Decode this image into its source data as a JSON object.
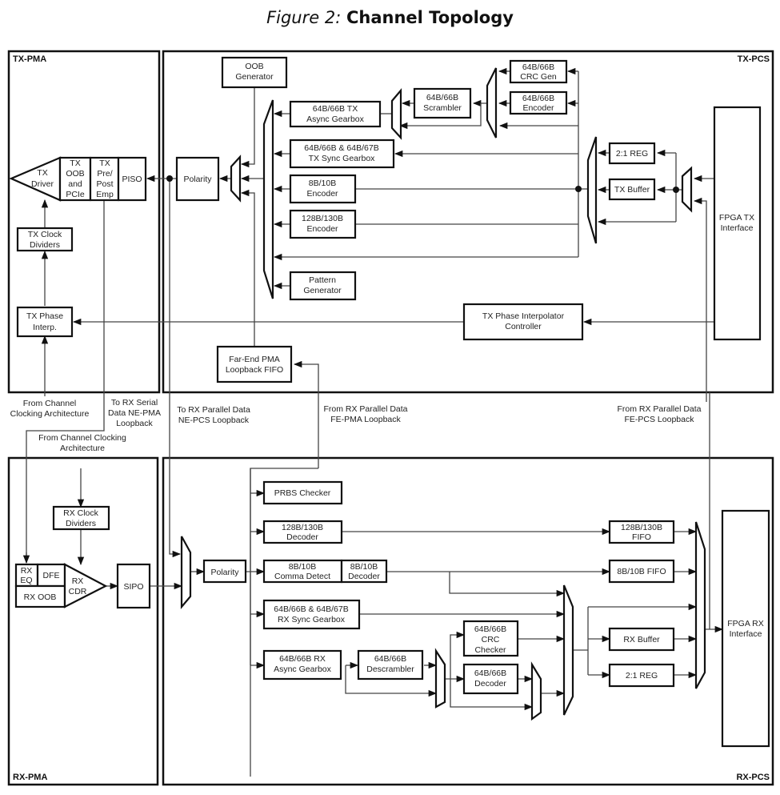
{
  "figure": {
    "number": "Figure 2:",
    "title": "Channel Topology"
  },
  "regions": {
    "tx_pma": "TX-PMA",
    "tx_pcs": "TX-PCS",
    "rx_pma": "RX-PMA",
    "rx_pcs": "RX-PCS"
  },
  "tx_pma": {
    "tx_driver": [
      "TX",
      "Driver"
    ],
    "tx_oob_pcie": [
      "TX",
      "OOB",
      "and",
      "PCIe"
    ],
    "tx_pre_post_emp": [
      "TX",
      "Pre/",
      "Post",
      "Emp"
    ],
    "piso": [
      "PISO"
    ],
    "tx_clock_dividers": [
      "TX Clock",
      "Dividers"
    ],
    "tx_phase_interp": [
      "TX Phase",
      "Interp."
    ]
  },
  "tx_pcs": {
    "polarity": [
      "Polarity"
    ],
    "oob_generator": [
      "OOB",
      "Generator"
    ],
    "tx_async_gearbox": [
      "64B/66B TX",
      "Async Gearbox"
    ],
    "tx_sync_gearbox": [
      "64B/66B & 64B/67B",
      "TX Sync Gearbox"
    ],
    "encoder_8b10b": [
      "8B/10B",
      "Encoder"
    ],
    "encoder_128b130b": [
      "128B/130B",
      "Encoder"
    ],
    "pattern_generator": [
      "Pattern",
      "Generator"
    ],
    "scrambler": [
      "64B/66B",
      "Scrambler"
    ],
    "crc_gen": [
      "64B/66B",
      "CRC Gen"
    ],
    "encoder_64b66b": [
      "64B/66B",
      "Encoder"
    ],
    "reg_2_1": [
      "2:1 REG"
    ],
    "tx_buffer": [
      "TX Buffer"
    ],
    "fpga_tx_interface": [
      "FPGA TX",
      "Interface"
    ],
    "tx_pi_controller": [
      "TX Phase Interpolator",
      "Controller"
    ],
    "fe_pma_fifo": [
      "Far-End PMA",
      "Loopback FIFO"
    ]
  },
  "annotations": {
    "from_channel_clocking_tx": [
      "From Channel",
      "Clocking Architecture"
    ],
    "to_rx_serial": [
      "To RX Serial",
      "Data NE-PMA",
      "Loopback"
    ],
    "to_rx_parallel": [
      "To RX Parallel Data",
      "NE-PCS Loopback"
    ],
    "from_rx_parallel_fe_pma": [
      "From RX Parallel Data",
      "FE-PMA Loopback"
    ],
    "from_rx_parallel_fe_pcs": [
      "From RX Parallel Data",
      "FE-PCS Loopback"
    ],
    "from_channel_clocking_rx": [
      "From Channel Clocking",
      "Architecture"
    ]
  },
  "rx_pma": {
    "rx_clock_dividers": [
      "RX Clock",
      "Dividers"
    ],
    "rx_eq": [
      "RX",
      "EQ"
    ],
    "dfe": [
      "DFE"
    ],
    "rx_oob": [
      "RX OOB"
    ],
    "rx_cdr": [
      "RX",
      "CDR"
    ],
    "sipo": [
      "SIPO"
    ]
  },
  "rx_pcs": {
    "polarity": [
      "Polarity"
    ],
    "prbs_checker": [
      "PRBS Checker"
    ],
    "decoder_128b130b": [
      "128B/130B",
      "Decoder"
    ],
    "comma_detect": [
      "8B/10B",
      "Comma Detect"
    ],
    "decoder_8b10b": [
      "8B/10B",
      "Decoder"
    ],
    "rx_sync_gearbox": [
      "64B/66B & 64B/67B",
      "RX Sync Gearbox"
    ],
    "rx_async_gearbox": [
      "64B/66B RX",
      "Async Gearbox"
    ],
    "descrambler": [
      "64B/66B",
      "Descrambler"
    ],
    "crc_checker": [
      "64B/66B",
      "CRC",
      "Checker"
    ],
    "decoder_64b66b": [
      "64B/66B",
      "Decoder"
    ],
    "fifo_128b130b": [
      "128B/130B",
      "FIFO"
    ],
    "fifo_8b10b": [
      "8B/10B FIFO"
    ],
    "rx_buffer": [
      "RX Buffer"
    ],
    "reg_2_1": [
      "2:1 REG"
    ],
    "fpga_rx_interface": [
      "FPGA RX",
      "Interface"
    ]
  }
}
